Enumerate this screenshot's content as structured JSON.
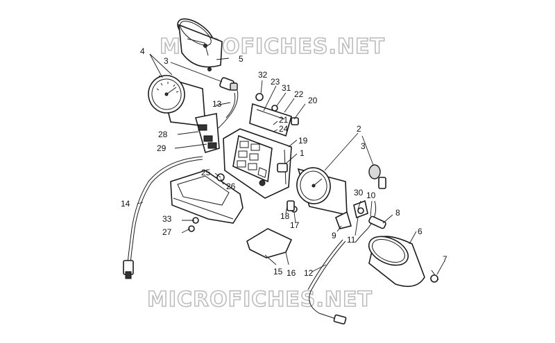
{
  "watermark": {
    "top": "MICROFICHES.NET",
    "bottom": "MICROFICHES.NET"
  },
  "colors": {
    "line": "#1a1a1a",
    "watermark_outline": "#bcbcbc",
    "background": "#ffffff"
  },
  "callouts": [
    {
      "id": "c1",
      "text": "1"
    },
    {
      "id": "c2",
      "text": "2"
    },
    {
      "id": "c3a",
      "text": "3"
    },
    {
      "id": "c3b",
      "text": "3"
    },
    {
      "id": "c4",
      "text": "4"
    },
    {
      "id": "c5",
      "text": "5"
    },
    {
      "id": "c6",
      "text": "6"
    },
    {
      "id": "c7",
      "text": "7"
    },
    {
      "id": "c8",
      "text": "8"
    },
    {
      "id": "c9",
      "text": "9"
    },
    {
      "id": "c10",
      "text": "10"
    },
    {
      "id": "c11",
      "text": "11"
    },
    {
      "id": "c12",
      "text": "12"
    },
    {
      "id": "c13",
      "text": "13"
    },
    {
      "id": "c14",
      "text": "14"
    },
    {
      "id": "c15",
      "text": "15"
    },
    {
      "id": "c16",
      "text": "16"
    },
    {
      "id": "c17",
      "text": "17"
    },
    {
      "id": "c18",
      "text": "18"
    },
    {
      "id": "c19",
      "text": "19"
    },
    {
      "id": "c20",
      "text": "20"
    },
    {
      "id": "c21",
      "text": "21"
    },
    {
      "id": "c22",
      "text": "22"
    },
    {
      "id": "c23",
      "text": "23"
    },
    {
      "id": "c24",
      "text": "24"
    },
    {
      "id": "c25",
      "text": "25"
    },
    {
      "id": "c26",
      "text": "26"
    },
    {
      "id": "c27",
      "text": "27"
    },
    {
      "id": "c28",
      "text": "28"
    },
    {
      "id": "c29",
      "text": "29"
    },
    {
      "id": "c30",
      "text": "30"
    },
    {
      "id": "c31",
      "text": "31"
    },
    {
      "id": "c32",
      "text": "32"
    },
    {
      "id": "c33",
      "text": "33"
    }
  ]
}
